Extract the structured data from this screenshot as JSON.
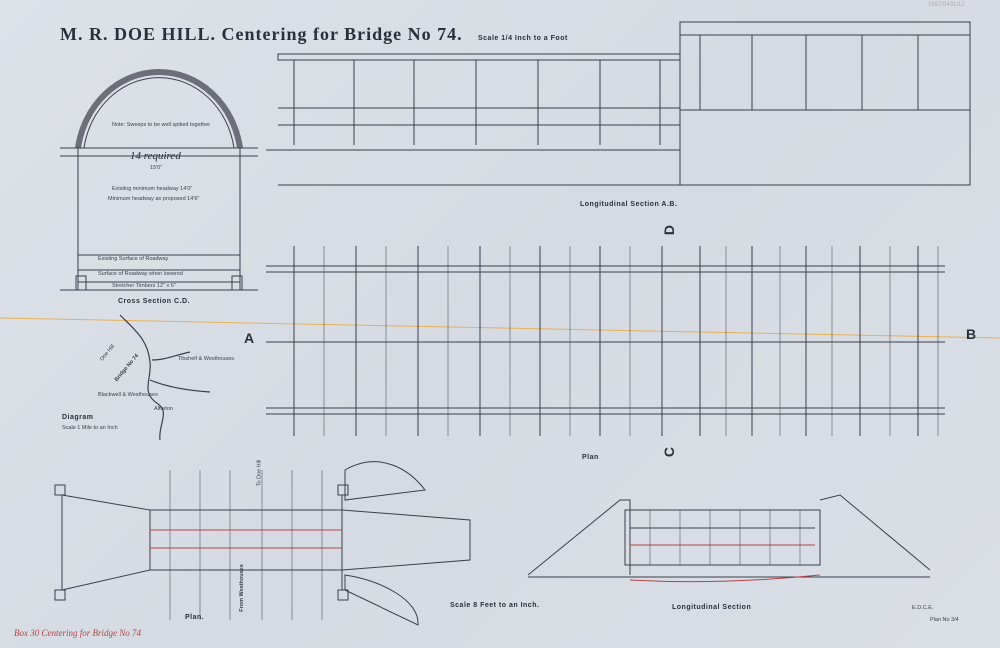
{
  "title": "M. R. DOE HILL. Centering for Bridge No 74.",
  "stamp": "1997/0431/12",
  "annotation": "Box 30 Centering for Bridge No 74",
  "cross_section": {
    "label_required": "14 required",
    "label_required_width": "15'0\"",
    "note_swept": "Note: Sweeps to be well spiked together",
    "clearance_1": "Existing minimum headway 14'0\"",
    "clearance_2": "Minimum headway as proposed 14'6\"",
    "floor_1": "Existing Surface of Roadway",
    "floor_2": "Surface of Roadway when lowered",
    "floor_3": "Stretcher Timbers 12\" x 6\"",
    "title": "Cross Section C.D."
  },
  "scale_top": "Scale 1/4 Inch to a Foot",
  "long_section_title": "Longitudinal Section A.B.",
  "plan_title": "Plan",
  "section_letters": {
    "a": "A",
    "b": "B",
    "c": "C",
    "d": "D"
  },
  "diagram": {
    "title": "Diagram",
    "subtitle": "Scale 1 Mile to an Inch",
    "bridge": "Bridge No 74",
    "labels": [
      "Doe Hill",
      "Tibshelf & Westhouses",
      "Blackwell & Westhouses",
      "Alfreton"
    ]
  },
  "scale_bottom": "Scale 8 Feet to an Inch.",
  "bottom_plan_title": "Plan.",
  "bottom_long_section_title": "Longitudinal Section",
  "from_westhouses": "From Westhouses",
  "to_doe_hill": "To Doe Hill",
  "office_ref": "E.D.C.E.",
  "plan_no": "Plan No 3/4"
}
